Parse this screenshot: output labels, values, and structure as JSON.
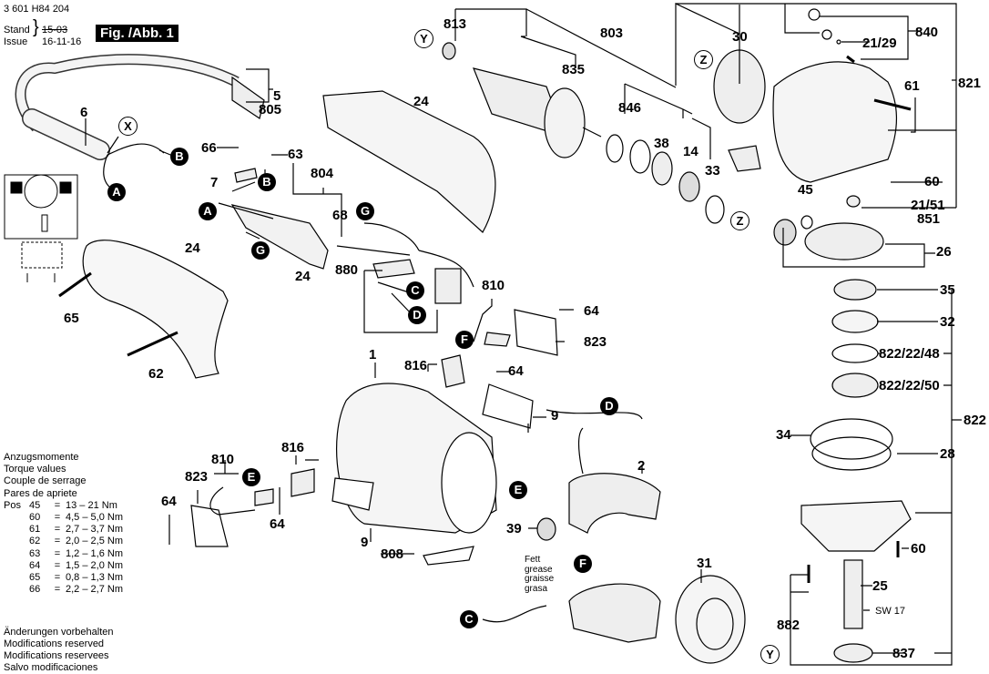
{
  "header": {
    "doc_number": "3 601 H84 204",
    "stand_label": "Stand",
    "issue_label": "Issue",
    "old_date": "15-03",
    "issue_date": "16-11-16",
    "figure": "Fig. /Abb. 1"
  },
  "torque": {
    "titles": [
      "Anzugsmomente",
      "Torque values",
      "Couple de serrage",
      "Pares de apriete"
    ],
    "pos_label": "Pos",
    "rows": [
      {
        "pos": "45",
        "eq": "=",
        "value": "13 – 21 Nm"
      },
      {
        "pos": "60",
        "eq": "=",
        "value": "4,5 – 5,0 Nm"
      },
      {
        "pos": "61",
        "eq": "=",
        "value": "2,7 – 3,7 Nm"
      },
      {
        "pos": "62",
        "eq": "=",
        "value": "2,0 – 2,5 Nm"
      },
      {
        "pos": "63",
        "eq": "=",
        "value": "1,2 – 1,6 Nm"
      },
      {
        "pos": "64",
        "eq": "=",
        "value": "1,5 – 2,0 Nm"
      },
      {
        "pos": "65",
        "eq": "=",
        "value": "0,8 – 1,3 Nm"
      },
      {
        "pos": "66",
        "eq": "=",
        "value": "2,2 – 2,7 Nm"
      }
    ]
  },
  "modifications": [
    "Änderungen vorbehalten",
    "Modifications reserved",
    "Modifications reservees",
    "Salvo modificaciones"
  ],
  "grease_note": [
    "Fett",
    "grease",
    "graisse",
    "grasa"
  ],
  "wrench_size": "SW 17",
  "parts": {
    "p813": "813",
    "p803": "803",
    "p835": "835",
    "p30": "30",
    "p840": "840",
    "p21_29": "21/29",
    "p821": "821",
    "p61": "61",
    "p846": "846",
    "p38": "38",
    "p14": "14",
    "p33": "33",
    "p60a": "60",
    "p21_51": "21/51",
    "p851": "851",
    "p45": "45",
    "p26": "26",
    "p5": "5",
    "p805": "805",
    "p6": "6",
    "p24a": "24",
    "p24b": "24",
    "p24c": "24",
    "p66": "66",
    "p63": "63",
    "p7": "7",
    "p804": "804",
    "p68": "68",
    "p880": "880",
    "p65": "65",
    "p62": "62",
    "p810a": "810",
    "p64a": "64",
    "p823a": "823",
    "p816a": "816",
    "p64b": "64",
    "p1": "1",
    "p9a": "9",
    "p35": "35",
    "p32": "32",
    "p822_22_48": "822/22/48",
    "p822_22_50": "822/22/50",
    "p822": "822",
    "p34": "34",
    "p28": "28",
    "p60b": "60",
    "p25": "25",
    "p882": "882",
    "p837": "837",
    "p810b": "810",
    "p816b": "816",
    "p823b": "823",
    "p64c": "64",
    "p64d": "64",
    "p9b": "9",
    "p808": "808",
    "p2": "2",
    "p39": "39",
    "p31": "31"
  },
  "connectors": {
    "A": "A",
    "B": "B",
    "C": "C",
    "D": "D",
    "E": "E",
    "F": "F",
    "G": "G",
    "X": "X",
    "Y": "Y",
    "Z": "Z"
  }
}
